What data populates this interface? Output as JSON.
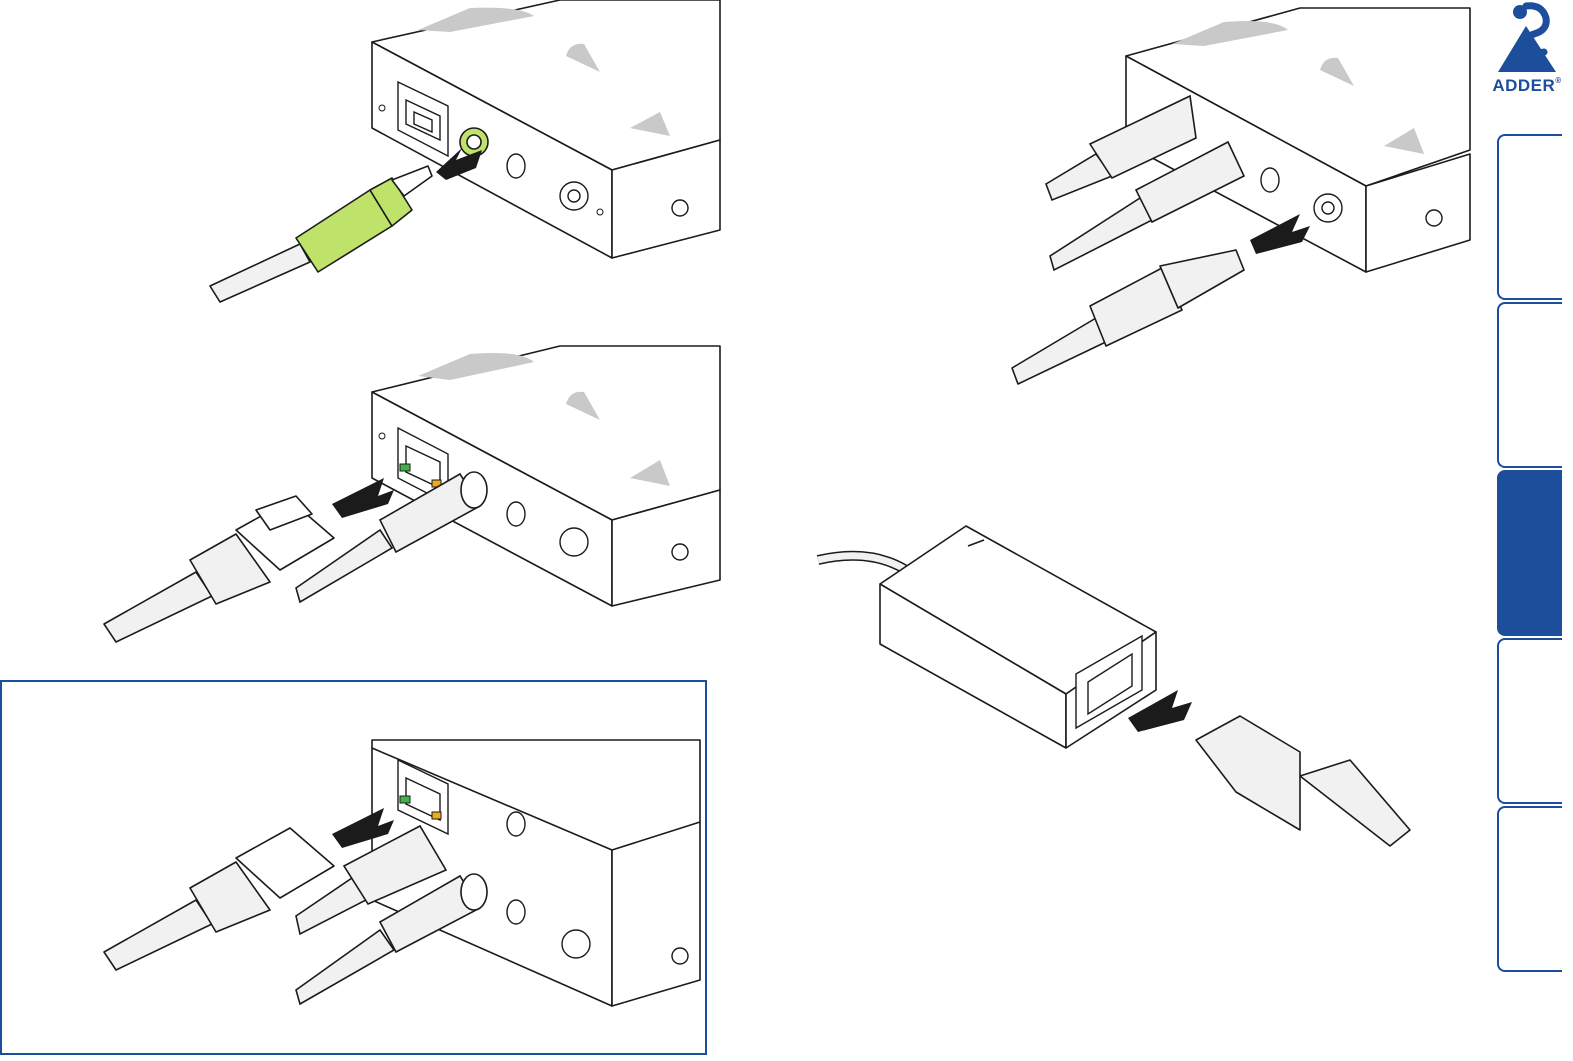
{
  "brand": {
    "name": "ADDER",
    "registered_mark": "®",
    "color": "#1d4e9b",
    "logo_icon": "adder-snake-logo-icon"
  },
  "colors": {
    "outline": "#1b1b1b",
    "device_fill": "#ffffff",
    "cable_fill": "#f1f1f1",
    "cable_shade": "#d8d8d8",
    "audio_plug_green": "#bfe36a",
    "arrow_dark": "#1b1b1b",
    "arrow_grey": "#c9c9c9",
    "led_green": "#3fb34a",
    "led_amber": "#f2a81c",
    "panel_border": "#1d4e9b"
  },
  "side_tabs": [
    {
      "label": "",
      "active": false
    },
    {
      "label": "",
      "active": false
    },
    {
      "label": "",
      "active": true
    },
    {
      "label": "",
      "active": false
    },
    {
      "label": "",
      "active": false
    }
  ],
  "figures": [
    {
      "id": "audio",
      "label": "audio-jack-connection",
      "icon": "audio-plug-icon"
    },
    {
      "id": "network",
      "label": "rj45-network-connection",
      "icon": "rj45-plug-icon"
    },
    {
      "id": "network-detail",
      "label": "rj45-link-connection-detail",
      "icon": "rj45-plug-icon"
    },
    {
      "id": "power",
      "label": "dc-power-connection",
      "icon": "dc-plug-icon"
    },
    {
      "id": "psu",
      "label": "power-adapter-mains-connection",
      "icon": "iec-plug-icon"
    }
  ]
}
